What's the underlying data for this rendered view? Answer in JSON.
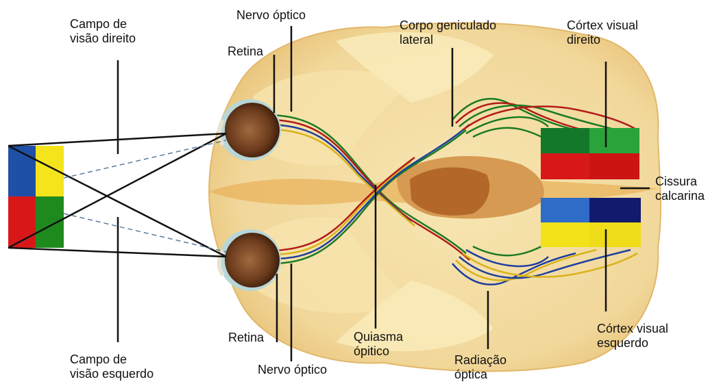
{
  "colors": {
    "background": "#ffffff",
    "brain": "#f3dca0",
    "brain_shadow": "#e9b95f",
    "thalamus": "#b9702f",
    "field_blue": "#1f4fa6",
    "field_yellow": "#f4e41c",
    "field_red": "#d81818",
    "field_green": "#1e8a1e",
    "cortex_dark_green": "#14782a",
    "cortex_green": "#2aa33a",
    "cortex_red": "#d81818",
    "cortex_light_blue": "#2e6cc8",
    "cortex_navy": "#121a6e",
    "cortex_yellow": "#f3e11a",
    "fiber_green": "#1a7a24",
    "fiber_red": "#b21a1a",
    "fiber_blue": "#1f3e9e",
    "fiber_yellow": "#d9b21a",
    "leader_line": "#111111"
  },
  "labels": {
    "campo_direito": [
      "Campo de",
      "visão direito"
    ],
    "campo_esquerdo": [
      "Campo de",
      "visão esquerdo"
    ],
    "nervo_optico_top": "Nervo óptico",
    "nervo_optico_bottom": "Nervo óptico",
    "retina_top": "Retina",
    "retina_bottom": "Retina",
    "corpo_geniculado": [
      "Corpo geniculado",
      "lateral"
    ],
    "cortex_direito": [
      "Córtex visual",
      "direito"
    ],
    "cortex_esquerdo": [
      "Córtex visual",
      "esquerdo"
    ],
    "cissura": [
      "Cissura",
      "calcarina"
    ],
    "quiasma": [
      "Quiasma",
      "ópitico"
    ],
    "radiacao": [
      "Radiação",
      "óptica"
    ]
  }
}
